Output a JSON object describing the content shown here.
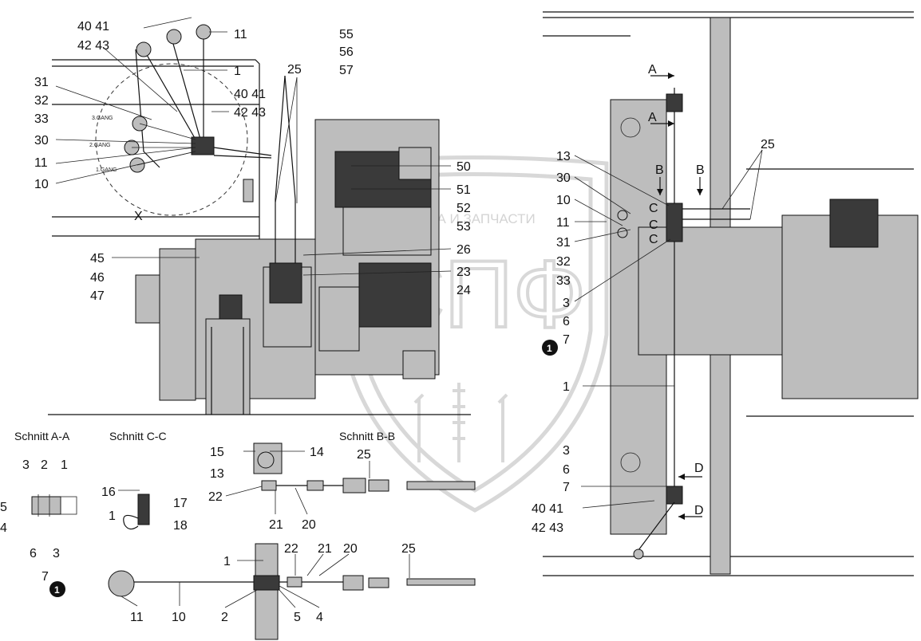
{
  "watermark": {
    "brand": "ТЕХНИКА И ЗАПЧАСТИ",
    "letters": "СПФ"
  },
  "marker_note": "1",
  "sections": {
    "a": "Schnitt A-A",
    "c": "Schnitt C-C",
    "b": "Schnitt B-B"
  },
  "gear_labels": {
    "g3": "3.GANG",
    "g2": "2.GANG",
    "g1": "1.GANG"
  },
  "section_letters": {
    "x": "X",
    "a1": "A",
    "a2": "A",
    "b1": "B",
    "b2": "B",
    "c1": "C",
    "c2": "C",
    "c3": "C",
    "d1": "D",
    "d2": "D"
  },
  "callouts": {
    "c40_41_top": "40  41",
    "c42_43_top": "42  43",
    "c11_top": "11",
    "c1_top": "1",
    "c31": "31",
    "c32": "32",
    "c33": "33",
    "c30": "30",
    "c11_mid": "11",
    "c10": "10",
    "c55": "55",
    "c56": "56",
    "c57": "57",
    "c25_mid": "25",
    "c40_41_mid": "40  41",
    "c42_43_mid": "42  43",
    "c50": "50",
    "c51": "51",
    "c52": "52",
    "c53": "53",
    "c26": "26",
    "c23": "23",
    "c24": "24",
    "c45": "45",
    "c46": "46",
    "c47": "47",
    "c13_r": "13",
    "c30_r": "30",
    "c10_r": "10",
    "c11_r": "11",
    "c31_r": "31",
    "c32_r": "32",
    "c33_r": "33",
    "c3_r": "3",
    "c6_r": "6",
    "c7_r": "7",
    "c25_r": "25",
    "c1_r": "1",
    "c3_r2": "3",
    "c6_r2": "6",
    "c7_r2": "7",
    "c40_41_r": "40  41",
    "c42_43_r": "42  43",
    "sa_3": "3",
    "sa_2": "2",
    "sa_1": "1",
    "sa_5": "5",
    "sa_4": "4",
    "sa_6": "6",
    "sa_3b": "3",
    "sa_7": "7",
    "sc_16": "16",
    "sc_17": "17",
    "sc_1": "1",
    "sc_18": "18",
    "sb_15": "15",
    "sb_14": "14",
    "sb_13": "13",
    "sb_25": "25",
    "sb_22": "22",
    "sb_21": "21",
    "sb_20": "20",
    "bt_1": "1",
    "bt_22": "22",
    "bt_21": "21",
    "bt_20": "20",
    "bt_25": "25",
    "bt_11": "11",
    "bt_10": "10",
    "bt_2": "2",
    "bt_5": "5",
    "bt_4": "4"
  }
}
